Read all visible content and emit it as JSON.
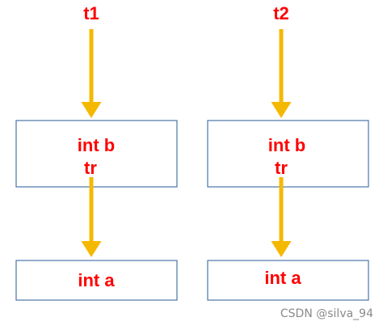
{
  "colors": {
    "label": "#ff0000",
    "arrow": "#f5b800",
    "box_border": "#4a74a8",
    "watermark": "#8a8a8a"
  },
  "left": {
    "thread": "t1",
    "upper_box": {
      "line1": "int b",
      "line2": "tr"
    },
    "lower_box": {
      "text": "int a"
    }
  },
  "right": {
    "thread": "t2",
    "upper_box": {
      "line1": "int b",
      "line2": "tr"
    },
    "lower_box": {
      "text": "int a"
    }
  },
  "watermark": "CSDN @silva_94"
}
